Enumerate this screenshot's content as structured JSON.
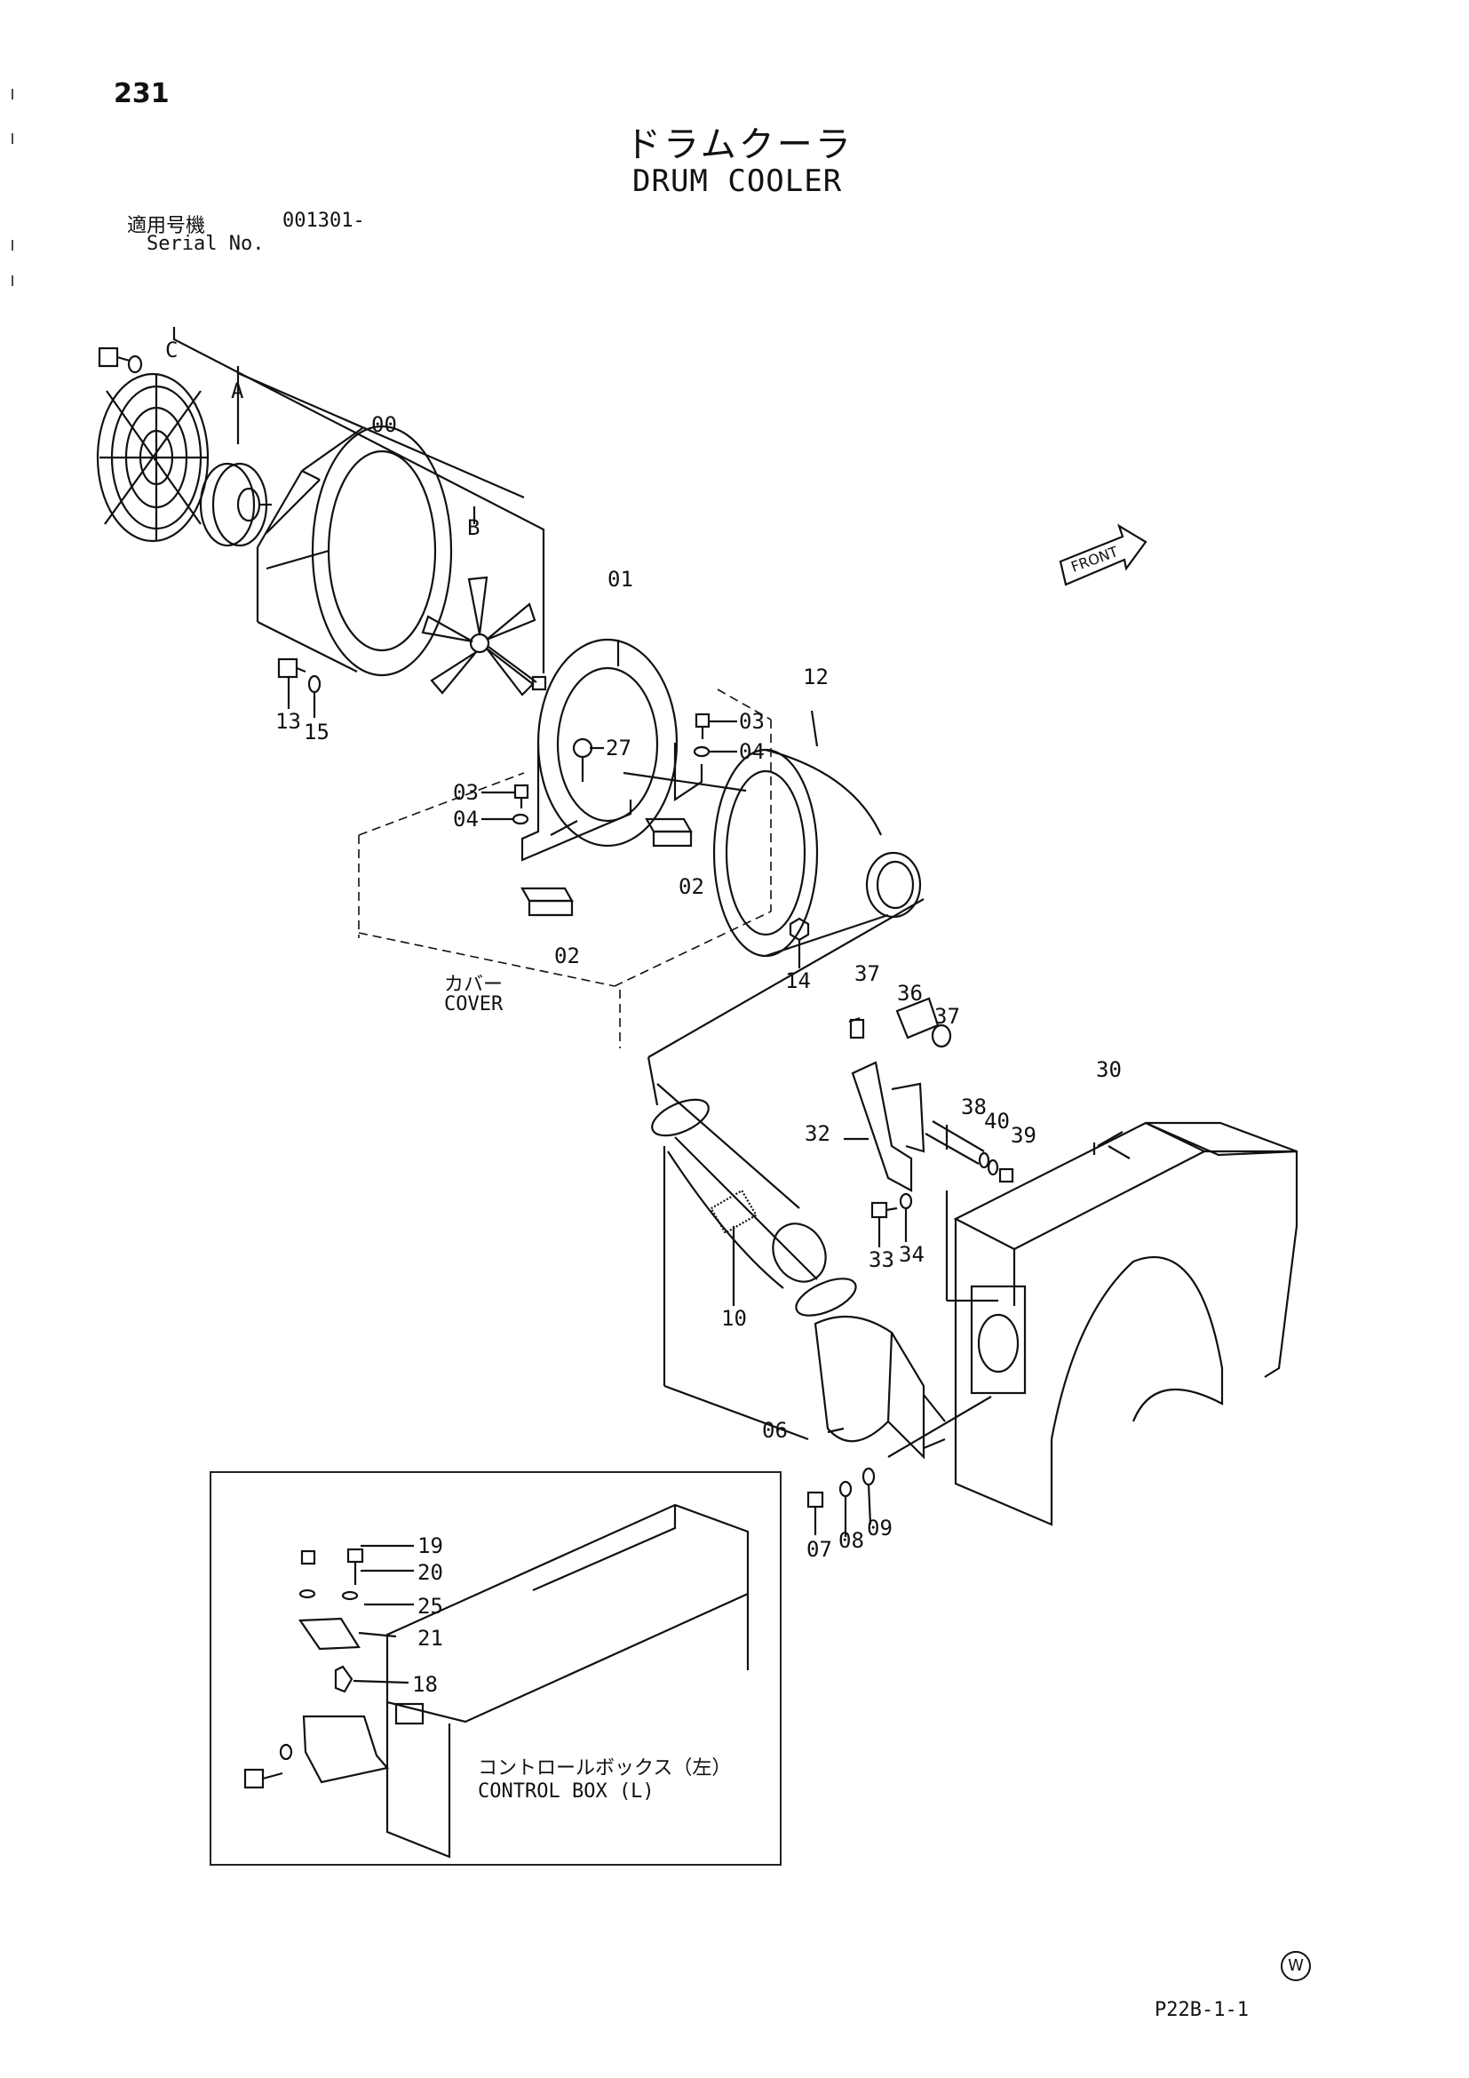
{
  "page_number": "231",
  "title_jp": "ドラムクーラ",
  "title_en": "DRUM COOLER",
  "serial_label_jp": "適用号機",
  "serial_value": "001301-",
  "serial_label_en": "Serial No.",
  "front_label": "FRONT",
  "cover_label_jp": "カバー",
  "cover_label_en": "COVER",
  "control_box_jp": "コントロールボックス（左）",
  "control_box_en": "CONTROL BOX (L)",
  "watermark": "W",
  "page_code": "P22B-1-1",
  "callouts": {
    "C": "C",
    "A": "A",
    "B": "B",
    "p00": "00",
    "p01": "01",
    "p02a": "02",
    "p02b": "02",
    "p03a": "03",
    "p03b": "03",
    "p04a": "04",
    "p04b": "04",
    "p06": "06",
    "p07": "07",
    "p08": "08",
    "p09": "09",
    "p10": "10",
    "p12": "12",
    "p13": "13",
    "p14": "14",
    "p15": "15",
    "p18": "18",
    "p19": "19",
    "p20": "20",
    "p21": "21",
    "p25": "25",
    "p27": "27",
    "p30": "30",
    "p32": "32",
    "p33": "33",
    "p34": "34",
    "p36": "36",
    "p37a": "37",
    "p37b": "37",
    "p38": "38",
    "p39": "39",
    "p40": "40"
  }
}
